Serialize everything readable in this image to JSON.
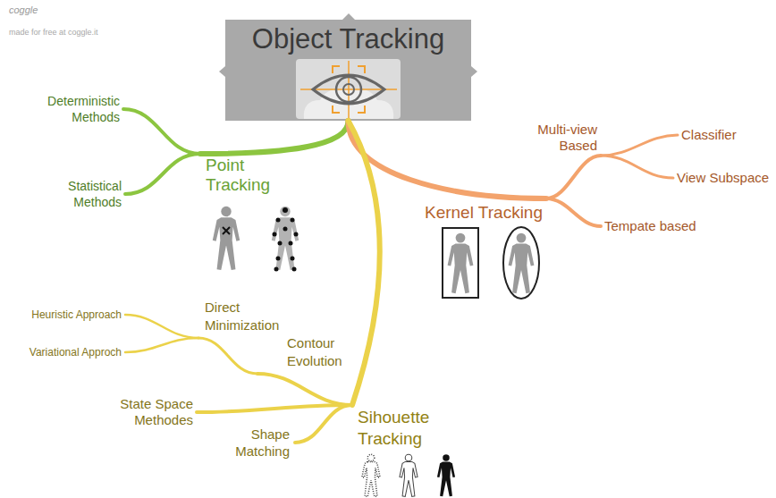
{
  "diagram": {
    "nodes": [
      {
        "text": [
          "Object Tracking"
        ]
      },
      {
        "text": [
          "Point Tracking"
        ]
      },
      {
        "text": [
          "Deterministic Methods"
        ]
      },
      {
        "text": [
          "Statistical Methods"
        ]
      },
      {
        "text": [
          "Kernel Tracking"
        ]
      },
      {
        "text": [
          "Multi-view Based"
        ]
      },
      {
        "text": [
          "Classifier"
        ]
      },
      {
        "text": [
          "View Subspace"
        ]
      },
      {
        "text": [
          "Tempate based"
        ]
      },
      {
        "text": [
          "Sihouette Tracking"
        ]
      },
      {
        "text": [
          "Contour Evolution"
        ]
      },
      {
        "text": [
          "Direct Minimization"
        ]
      },
      {
        "text": [
          "Heuristic Approach"
        ]
      },
      {
        "text": [
          "Variational Approch"
        ]
      },
      {
        "text": [
          "State Space Methodes"
        ]
      },
      {
        "text": [
          "Shape Matching"
        ]
      }
    ],
    "edges": [
      {
        "from": 0,
        "to": 1,
        "arrow": "none"
      },
      {
        "from": 1,
        "to": 2,
        "arrow": "none"
      },
      {
        "from": 1,
        "to": 3,
        "arrow": "none"
      },
      {
        "from": 0,
        "to": 4,
        "arrow": "none"
      },
      {
        "from": 4,
        "to": 5,
        "arrow": "none"
      },
      {
        "from": 5,
        "to": 6,
        "arrow": "none"
      },
      {
        "from": 5,
        "to": 7,
        "arrow": "none"
      },
      {
        "from": 4,
        "to": 8,
        "arrow": "none"
      },
      {
        "from": 0,
        "to": 9,
        "arrow": "none"
      },
      {
        "from": 9,
        "to": 10,
        "arrow": "none"
      },
      {
        "from": 10,
        "to": 11,
        "arrow": "none"
      },
      {
        "from": 11,
        "to": 12,
        "arrow": "none"
      },
      {
        "from": 11,
        "to": 13,
        "arrow": "none"
      },
      {
        "from": 9,
        "to": 14,
        "arrow": "none"
      },
      {
        "from": 9,
        "to": 15,
        "arrow": "none"
      }
    ],
    "labels": [
      "coggle",
      "made for free at coggle.it"
    ]
  }
}
